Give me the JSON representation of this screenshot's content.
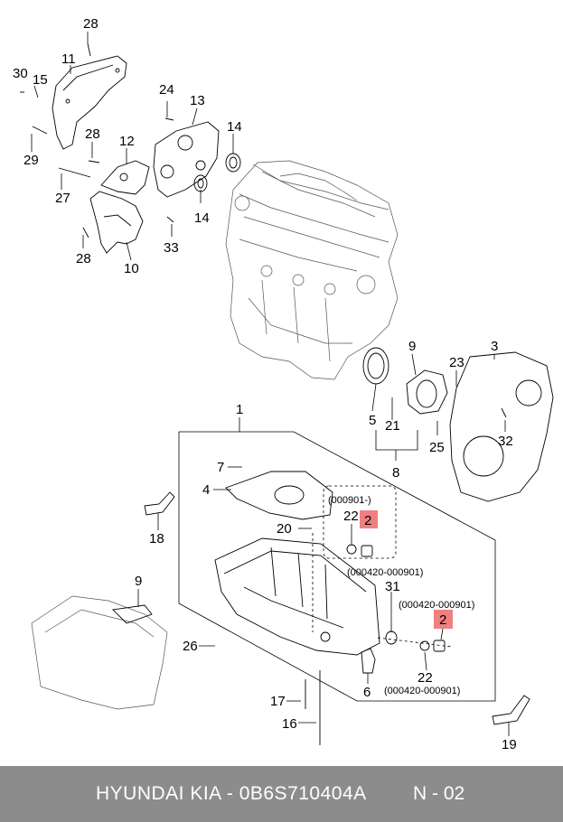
{
  "callouts": {
    "c28a": "28",
    "c11": "11",
    "c30": "30",
    "c15": "15",
    "c29": "29",
    "c28b": "28",
    "c12": "12",
    "c24": "24",
    "c13": "13",
    "c14a": "14",
    "c27": "27",
    "c14b": "14",
    "c33": "33",
    "c28c": "28",
    "c10": "10",
    "c9a": "9",
    "c3": "3",
    "c23": "23",
    "c5": "5",
    "c21": "21",
    "c25": "25",
    "c8": "8",
    "c32": "32",
    "c1": "1",
    "c7": "7",
    "c4": "4",
    "c18": "18",
    "c20": "20",
    "c22a": "22",
    "c2a": "2",
    "c31": "31",
    "c9b": "9",
    "c2b": "2",
    "c26": "26",
    "c22b": "22",
    "c6": "6",
    "c17": "17",
    "c16": "16",
    "c19": "19"
  },
  "codes": {
    "code1": "(000901-)",
    "code2": "(000420-000901)",
    "code3": "(000420-000901)",
    "code4": "(000420-000901)"
  },
  "highlight_color": "#f08080",
  "footer": {
    "brand_text": "HYUNDAI  KIA - 0B6S710404A",
    "page_text": "N - 02"
  }
}
